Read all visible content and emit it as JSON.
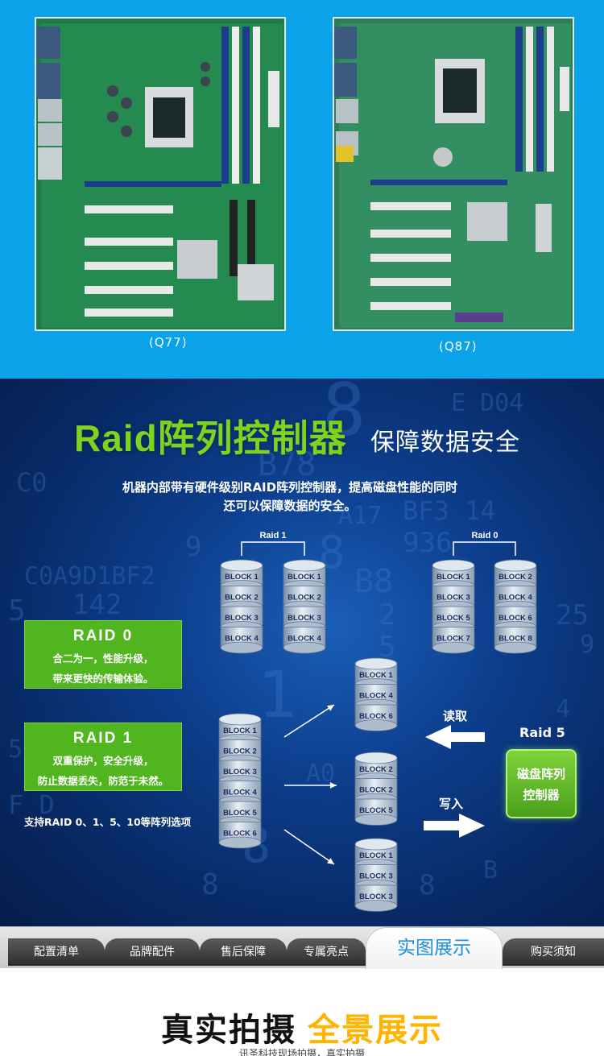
{
  "products": [
    {
      "caption": "(Q77)"
    },
    {
      "caption": "(Q87)"
    }
  ],
  "raid": {
    "title": "Raid阵列控制器",
    "subtitle": "保障数据安全",
    "description": [
      "机器内部带有硬件级别RAID阵列控制器，提高磁盘性能的同时",
      "还可以保障数据的安全。"
    ],
    "raid1_label": "Raid 1",
    "raid0_label": "Raid 0",
    "raid1_disk_a": [
      "BLOCK 1",
      "BLOCK 2",
      "BLOCK 3",
      "BLOCK 4"
    ],
    "raid1_disk_b": [
      "BLOCK 1",
      "BLOCK 2",
      "BLOCK 3",
      "BLOCK 4"
    ],
    "raid0_disk_a": [
      "BLOCK 1",
      "BLOCK 3",
      "BLOCK 5",
      "BLOCK 7"
    ],
    "raid0_disk_b": [
      "BLOCK 2",
      "BLOCK 4",
      "BLOCK 6",
      "BLOCK 8"
    ],
    "raid0_box": {
      "title": "RAID   0",
      "lines": [
        "合二为一，性能升级，",
        "带来更快的传输体验。"
      ]
    },
    "raid1_box": {
      "title": "RAID   1",
      "lines": [
        "双重保护，安全升级，",
        "防止数据丢失，防范于未然。"
      ]
    },
    "support": "支持RAID 0、1、5、10等阵列选项",
    "raid5_source": [
      "BLOCK 1",
      "BLOCK 2",
      "BLOCK 3",
      "BLOCK 4",
      "BLOCK 5",
      "BLOCK 6"
    ],
    "raid5_disk_1": [
      "BLOCK 1",
      "BLOCK 4",
      "BLOCK 6"
    ],
    "raid5_disk_2": [
      "BLOCK 2",
      "BLOCK 2",
      "BLOCK 5"
    ],
    "raid5_disk_3": [
      "BLOCK 1",
      "BLOCK 3",
      "BLOCK 3"
    ],
    "read_label": "读取",
    "write_label": "写入",
    "raid5_label": "Raid 5",
    "controller_lines": [
      "磁盘阵列",
      "控制器"
    ]
  },
  "tabs": [
    {
      "label": "配置清单"
    },
    {
      "label": "品牌配件"
    },
    {
      "label": "售后保障"
    },
    {
      "label": "专属亮点"
    },
    {
      "label": "实图展示"
    },
    {
      "label": "购买须知"
    }
  ],
  "bottom": {
    "heading_a": "真实拍摄",
    "heading_b": "全景展示",
    "sub": "讯圣科技现场拍摄，真实拍摄"
  },
  "colors": {
    "accent_green": "#7ed321",
    "box_green": "#51b51f",
    "sky_blue": "#0aa3ea",
    "active_tab_text": "#1d8fde",
    "highlight_yellow": "#ffb400"
  }
}
